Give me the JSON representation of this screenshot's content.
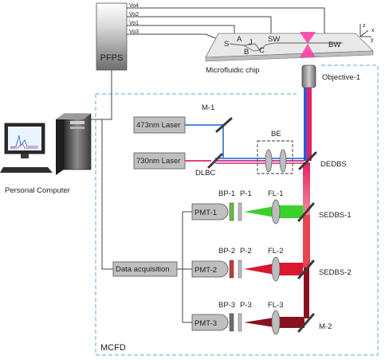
{
  "labels": {
    "pfps": "PFPS",
    "vo4": "Vo4",
    "vo2": "Vo2",
    "vo1": "Vo1",
    "vo3": "Vo3",
    "chip_s": "S",
    "chip_a": "A",
    "chip_j": "J",
    "chip_b": "B",
    "chip_c": "C",
    "chip_sw": "SW",
    "chip_bw": "BW",
    "chip": "Microfluidic chip",
    "axis_z": "z",
    "axis_x": "x",
    "axis_y": "y",
    "objective": "Objective-1",
    "m1": "M-1",
    "laser473": "473nm Laser",
    "laser730": "730nm Laser",
    "dlbc": "DLBC",
    "be": "BE",
    "dedbs": "DEDBS",
    "pc": "Personal Computer",
    "pmt1": "PMT-1",
    "pmt2": "PMT-2",
    "pmt3": "PMT-3",
    "bp1": "BP-1",
    "p1": "P-1",
    "fl1": "FL-1",
    "bp2": "BP-2",
    "p2": "P-2",
    "fl2": "FL-2",
    "bp3": "BP-3",
    "p3": "P-3",
    "fl3": "FL-3",
    "sedbs1": "SEDBS-1",
    "sedbs2": "SEDBS-2",
    "m2": "M-2",
    "daq": "Data acquisition",
    "mcfd": "MCFD"
  },
  "colors": {
    "blue_beam": "#1f5fd1",
    "red_beam": "#e0245e",
    "magenta_beam": "#b0309a",
    "green_beam": "#3ad12a",
    "pink_beam": "#f48aa0",
    "red_emission": "#d8182e",
    "dark_red_beam": "#8a1020",
    "dashed_frame": "#6aa3d8"
  }
}
